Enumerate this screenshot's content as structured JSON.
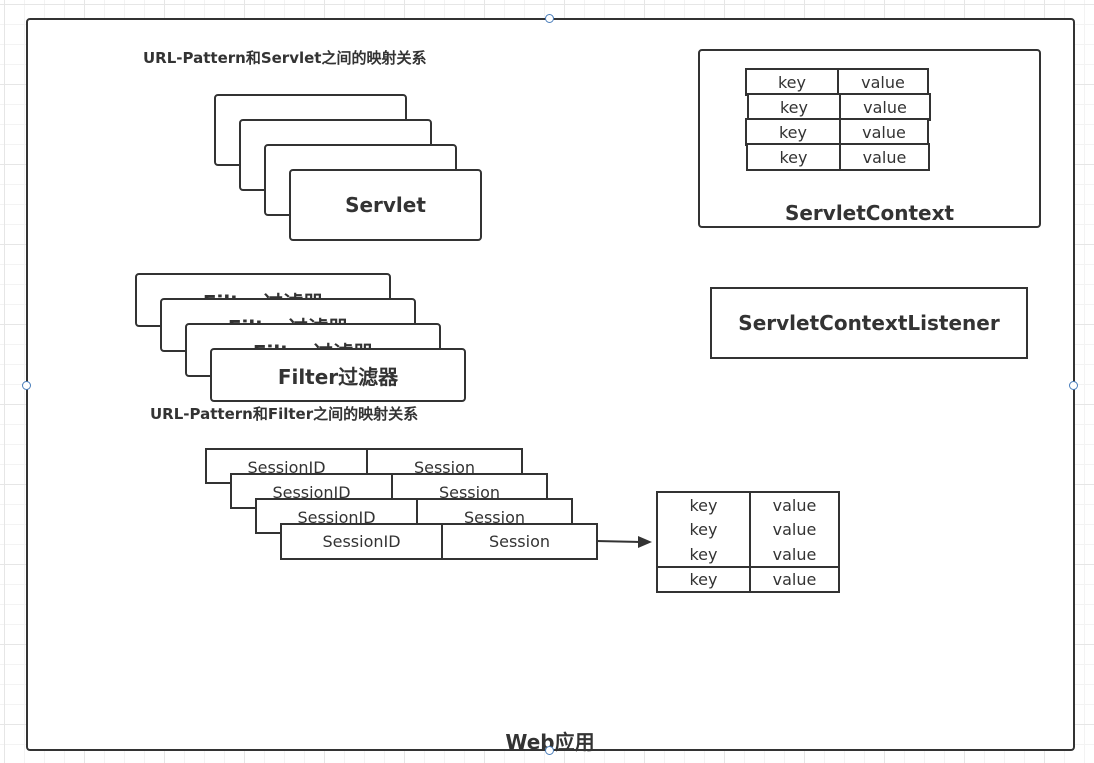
{
  "web_app": {
    "label": "Web应用"
  },
  "servlet_mapping": {
    "caption": "URL-Pattern和Servlet之间的映射关系",
    "card_label": "Servlet"
  },
  "filter_mapping": {
    "caption": "URL-Pattern和Filter之间的映射关系",
    "card_label": "Filter过滤器"
  },
  "servlet_context": {
    "label": "ServletContext",
    "rows": [
      {
        "key": "key",
        "value": "value"
      },
      {
        "key": "key",
        "value": "value"
      },
      {
        "key": "key",
        "value": "value"
      },
      {
        "key": "key",
        "value": "value"
      }
    ]
  },
  "servlet_context_listener": {
    "label": "ServletContextListener"
  },
  "sessions": {
    "rows": [
      {
        "id": "SessionID",
        "session": "Session"
      },
      {
        "id": "SessionID",
        "session": "Session"
      },
      {
        "id": "SessionID",
        "session": "Session"
      },
      {
        "id": "SessionID",
        "session": "Session"
      }
    ]
  },
  "session_attributes": {
    "rows": [
      {
        "key": "key",
        "value": "value"
      },
      {
        "key": "key",
        "value": "value"
      },
      {
        "key": "key",
        "value": "value"
      },
      {
        "key": "key",
        "value": "value"
      }
    ]
  }
}
